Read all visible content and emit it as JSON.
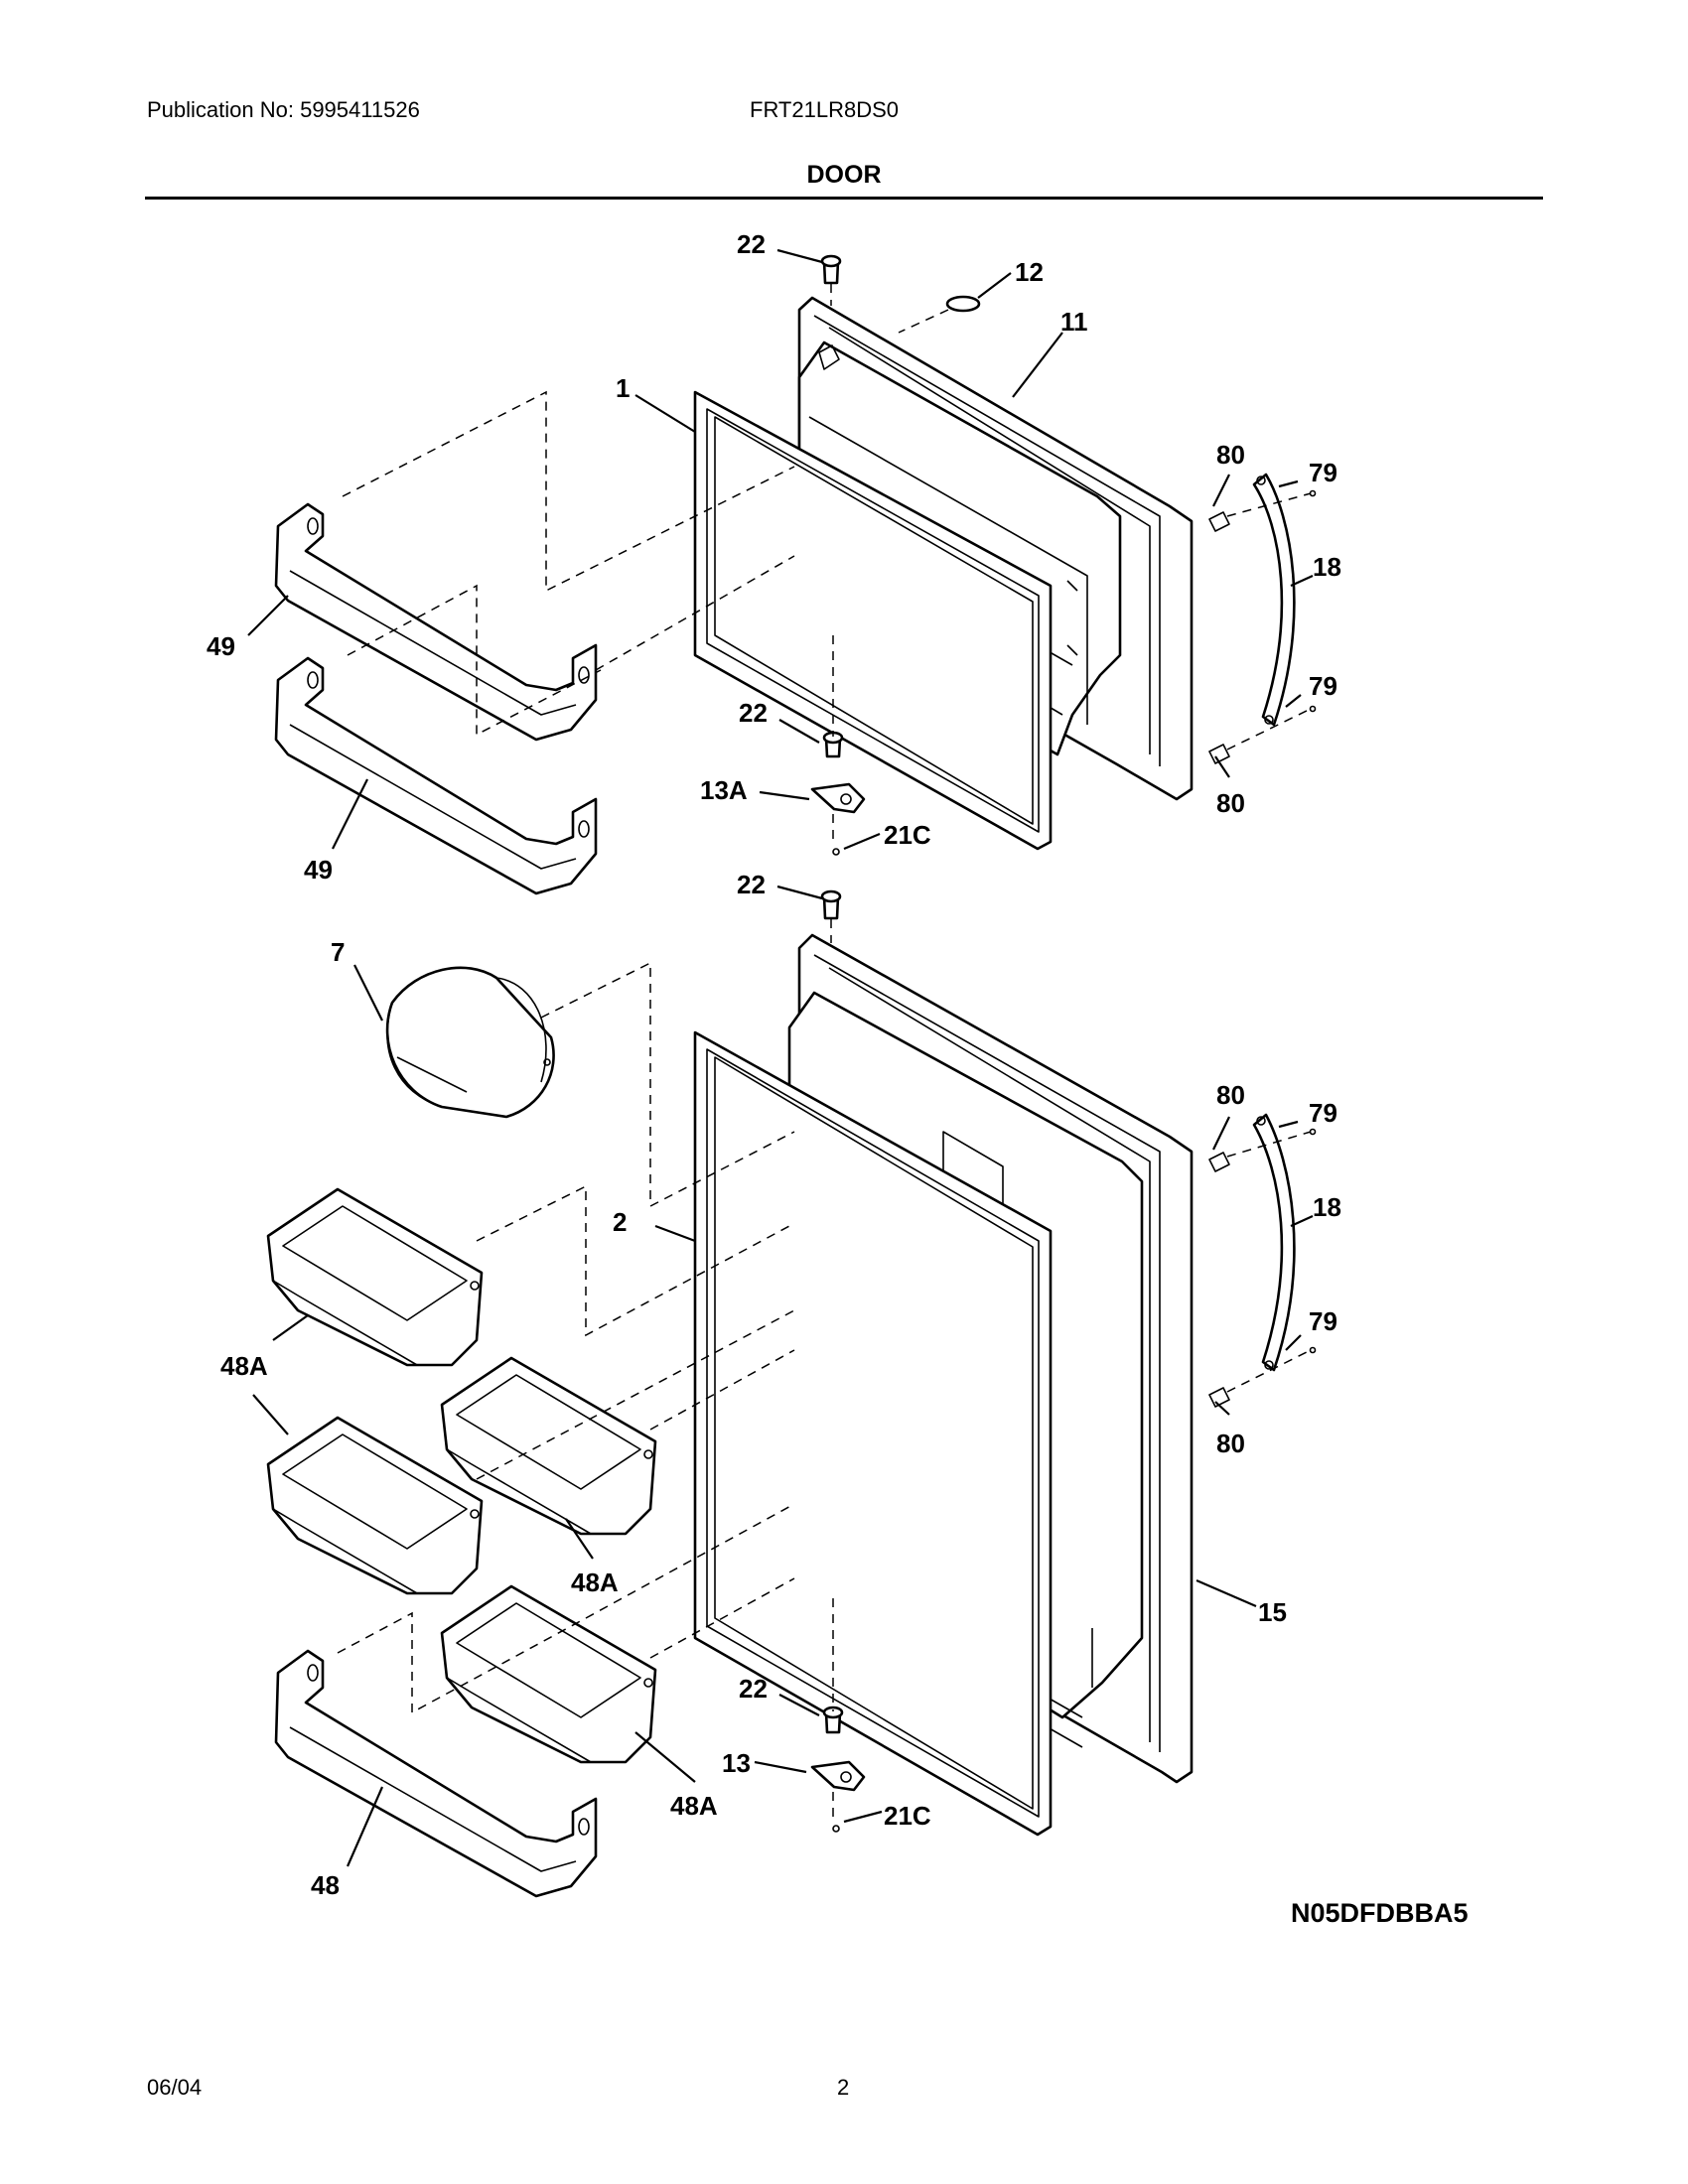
{
  "header": {
    "publication": "Publication No: 5995411526",
    "model": "FRT21LR8DS0",
    "section_title": "DOOR"
  },
  "diagram": {
    "callouts": [
      "22",
      "12",
      "11",
      "1",
      "80",
      "79",
      "18",
      "49",
      "79",
      "22",
      "13A",
      "80",
      "21C",
      "49",
      "22",
      "7",
      "80",
      "79",
      "2",
      "18",
      "48A",
      "79",
      "80",
      "48A",
      "15",
      "22",
      "13",
      "48A",
      "21C",
      "48"
    ],
    "drawing_code": "N05DFDBBA5"
  },
  "footer": {
    "date": "06/04",
    "page": "2"
  }
}
